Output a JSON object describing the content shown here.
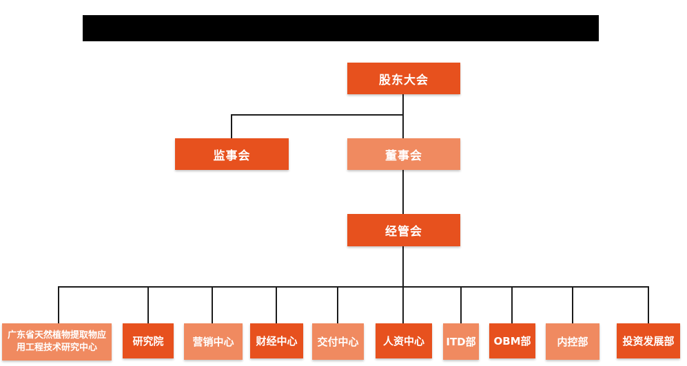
{
  "colors": {
    "primary": "#e7511e",
    "secondary": "#f08a60",
    "line": "#1a1a1a",
    "title_bar_bg": "#000000",
    "node_text": "#ffffff",
    "background": "#ffffff"
  },
  "org_chart": {
    "type": "org-chart",
    "root": {
      "label": "股东大会",
      "variant": "primary"
    },
    "branches": [
      {
        "label": "监事会",
        "variant": "primary"
      },
      {
        "label": "董事会",
        "variant": "secondary"
      }
    ],
    "executive": {
      "label": "经管会",
      "variant": "primary"
    },
    "departments": [
      {
        "label": "广东省天然植物提取物应用工程技术研究中心",
        "variant": "secondary"
      },
      {
        "label": "研究院",
        "variant": "primary"
      },
      {
        "label": "营销中心",
        "variant": "secondary"
      },
      {
        "label": "财经中心",
        "variant": "primary"
      },
      {
        "label": "交付中心",
        "variant": "secondary"
      },
      {
        "label": "人资中心",
        "variant": "primary"
      },
      {
        "label": "ITD部",
        "variant": "secondary"
      },
      {
        "label": "OBM部",
        "variant": "primary"
      },
      {
        "label": "内控部",
        "variant": "secondary"
      },
      {
        "label": "投资发展部",
        "variant": "primary"
      }
    ]
  }
}
